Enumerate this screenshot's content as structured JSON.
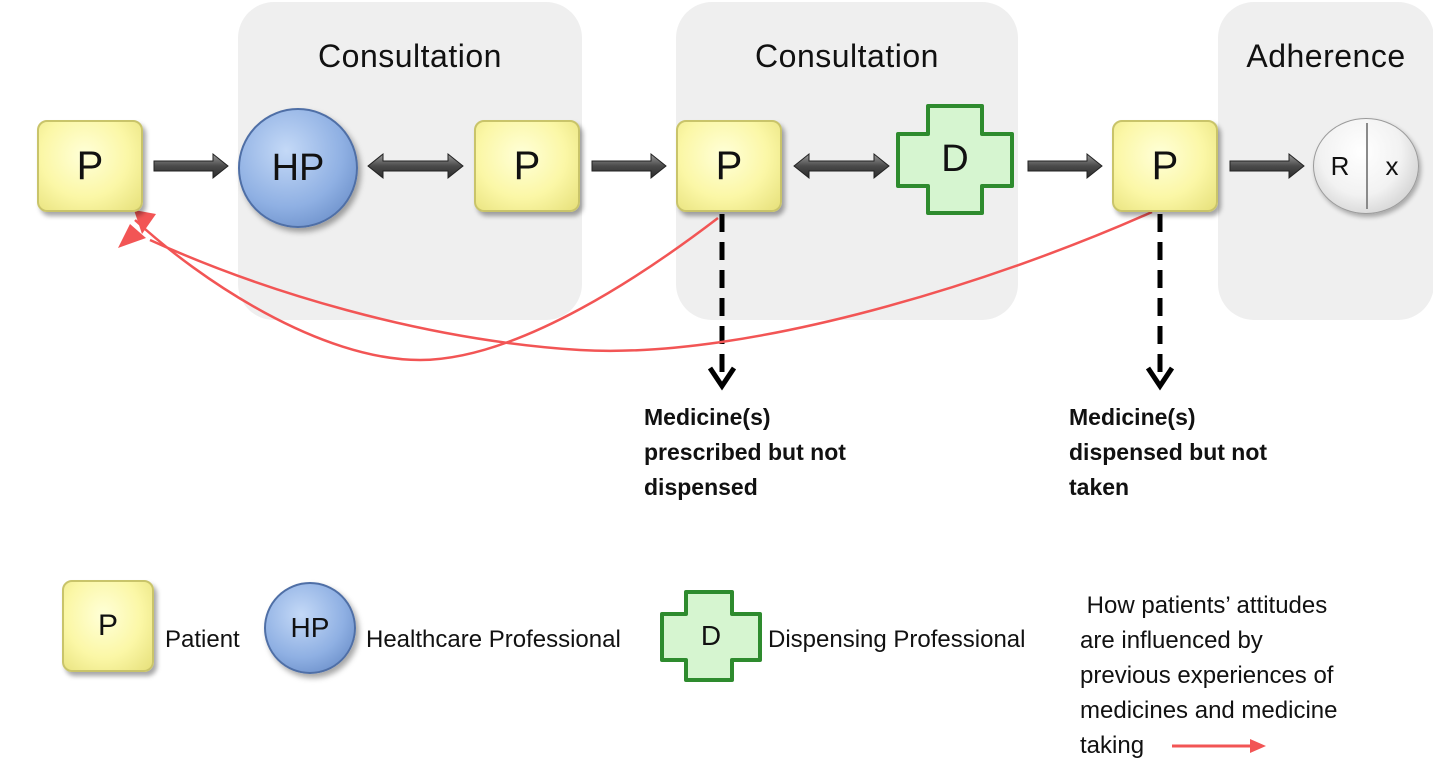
{
  "panels": [
    {
      "title": "Consultation"
    },
    {
      "title": "Consultation"
    },
    {
      "title": "Adherence"
    }
  ],
  "nodes": {
    "patient_label": "P",
    "hp_label": "HP",
    "dispenser_label": "D",
    "rx_left": "R",
    "rx_right": "x"
  },
  "captions": {
    "not_dispensed": [
      "Medicine(s)",
      "prescribed but not",
      "dispensed"
    ],
    "not_taken": [
      "Medicine(s)",
      "dispensed but not",
      "taken"
    ]
  },
  "legend": {
    "patient_symbol": "P",
    "patient": "Patient",
    "hp_symbol": "HP",
    "hp": "Healthcare Professional",
    "dispenser_symbol": "D",
    "dispenser": "Dispensing Professional",
    "influence_note": [
      " How patients’ attitudes",
      "are influenced by",
      "previous experiences of",
      "medicines and medicine",
      "taking"
    ]
  },
  "colors": {
    "patient_fill": "#fbf7a6",
    "hp_fill": "#8fb0e3",
    "dispenser_fill": "#d6f5d0",
    "dispenser_border": "#2e8b2e",
    "influence_arrow": "#f25555",
    "panel_bg": "#efefef"
  }
}
